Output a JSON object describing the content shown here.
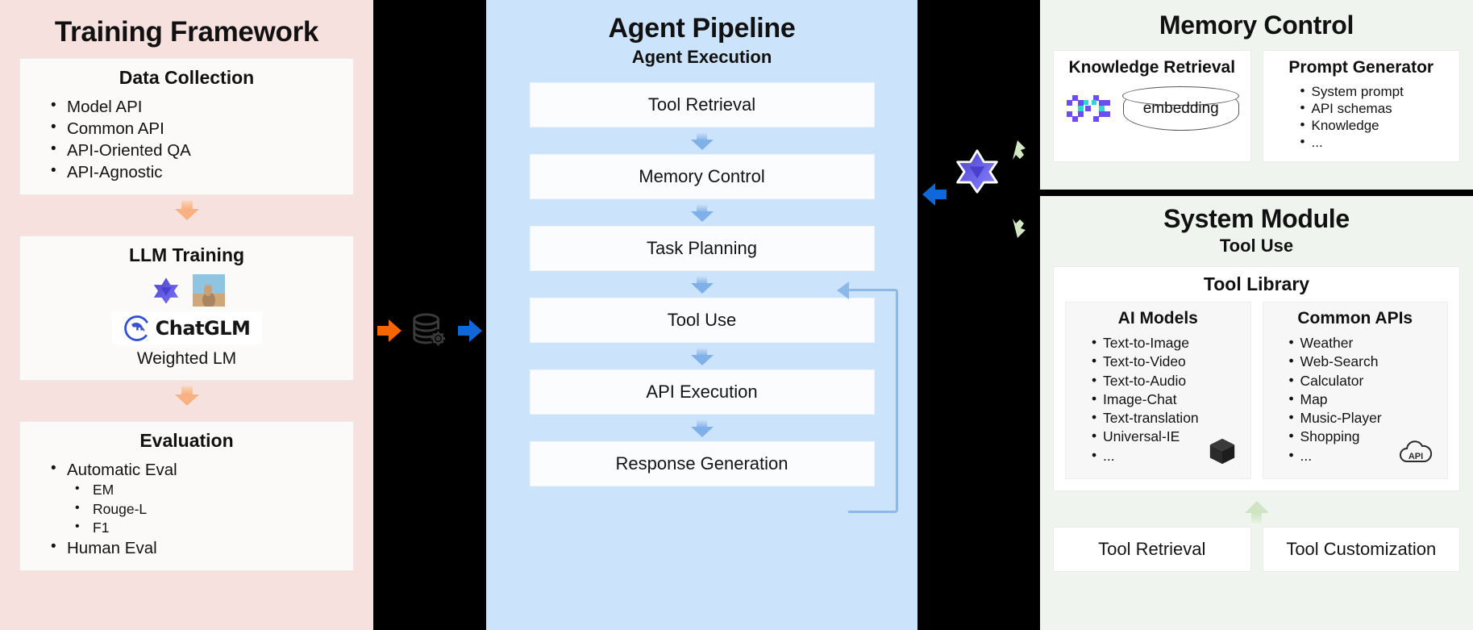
{
  "training_framework": {
    "title": "Training Framework",
    "data_collection": {
      "title": "Data Collection",
      "items": [
        "Model API",
        "Common API",
        "API-Oriented QA",
        "API-Agnostic"
      ]
    },
    "llm_training": {
      "title": "LLM Training",
      "logo_agentlm": "agentlm-star-logo",
      "logo_llama": "llama-photo-logo",
      "chatglm_label": "ChatGLM",
      "caption": "Weighted LM"
    },
    "evaluation": {
      "title": "Evaluation",
      "items": [
        {
          "label": "Automatic Eval",
          "level": 0
        },
        {
          "label": "EM",
          "level": 1
        },
        {
          "label": "Rouge-L",
          "level": 1
        },
        {
          "label": "F1",
          "level": 1
        },
        {
          "label": "Human Eval",
          "level": 0
        }
      ]
    },
    "arrow_color": "#f7b183",
    "background": "#f6e1de"
  },
  "connector_left": {
    "in_arrow": "orange-right-arrow",
    "icon": "database-gear-icon",
    "out_arrow": "blue-right-arrow",
    "in_color": "#f56600",
    "out_color": "#1068d8"
  },
  "agent_pipeline": {
    "title": "Agent Pipeline",
    "subtitle": "Agent Execution",
    "background": "#cbe3fb",
    "steps": [
      "Tool Retrieval",
      "Memory Control",
      "Task Planning",
      "Tool Use",
      "API Execution",
      "Response Generation"
    ],
    "feedback_loop": "response-to-task-planning-loop",
    "arrow_color": "#7fb0e8"
  },
  "connector_right": {
    "model_logo": "agentlm-star-logo",
    "left_arrow": "blue-left-arrow",
    "green_arrow_top": "green-arrow-upper",
    "green_arrow_bottom": "green-arrow-lower",
    "left_arrow_color": "#1068d8",
    "green_color": "#cfe4c2"
  },
  "memory_control": {
    "title": "Memory Control",
    "background": "#eff5ee",
    "knowledge_retrieval": {
      "title": "Knowledge Retrieval",
      "logo": "vector-db-pixel-logo",
      "cylinder_label": "embedding"
    },
    "prompt_generator": {
      "title": "Prompt Generator",
      "items": [
        "System prompt",
        "API schemas",
        "Knowledge",
        "..."
      ]
    }
  },
  "system_module": {
    "title": "System Module",
    "subtitle": "Tool Use",
    "background": "#eff5ee",
    "tool_library": {
      "title": "Tool Library",
      "ai_models": {
        "title": "AI Models",
        "icon": "cube-icon",
        "items": [
          "Text-to-Image",
          "Text-to-Video",
          "Text-to-Audio",
          "Image-Chat",
          "Text-translation",
          "Universal-IE",
          "..."
        ]
      },
      "common_apis": {
        "title": "Common APIs",
        "icon": "api-cloud-icon",
        "items": [
          "Weather",
          "Web-Search",
          "Calculator",
          "Map",
          "Music-Player",
          "Shopping",
          "..."
        ]
      }
    },
    "bottom_boxes": [
      "Tool Retrieval",
      "Tool Customization"
    ],
    "up_arrow_color": "#cfe4c2"
  }
}
